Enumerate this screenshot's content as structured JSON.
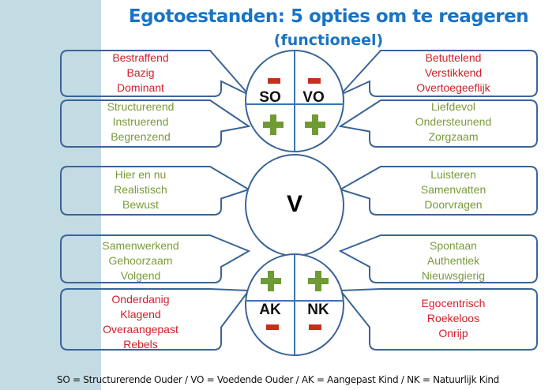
{
  "title": "Egotoestanden: 5 opties om te reageren",
  "subtitle": "(functioneel)",
  "colors": {
    "outline": "#3a6496",
    "red": "#d0202a",
    "green": "#7a9a3a",
    "minus": "#c4301c",
    "plus": "#6f9a34",
    "sidebar": "#c3dce4"
  },
  "left": [
    {
      "lines": "Bestraffend\nBazig\nDominant",
      "tone": "red"
    },
    {
      "lines": "Structurerend\nInstruerend\nBegrenzend",
      "tone": "green"
    },
    {
      "lines": "Hier en nu\nRealistisch\nBewust",
      "tone": "green"
    },
    {
      "lines": "Samenwerkend\nGehoorzaam\nVolgend",
      "tone": "green"
    },
    {
      "lines": "Onderdanig\nKlagend\nOveraangepast\nRebels",
      "tone": "red"
    }
  ],
  "right": [
    {
      "lines": "Betuttelend\nVerstikkend\nOvertoegeeflijk",
      "tone": "red"
    },
    {
      "lines": "Liefdevol\nOndersteunend\nZorgzaam",
      "tone": "green"
    },
    {
      "lines": "Luisteren\nSamenvatten\nDoorvragen",
      "tone": "green"
    },
    {
      "lines": "Spontaan\nAuthentiek\nNieuwsgierig",
      "tone": "green"
    },
    {
      "lines": "Egocentrisch\nRoekeloos\nOnrijp",
      "tone": "red"
    }
  ],
  "labels": {
    "so": "SO",
    "vo": "VO",
    "v": "V",
    "ak": "AK",
    "nk": "NK"
  },
  "legend": "SO = Structurerende Ouder  /  VO = Voedende Ouder  /  AK = Aangepast Kind   /   NK = Natuurlijk Kind"
}
